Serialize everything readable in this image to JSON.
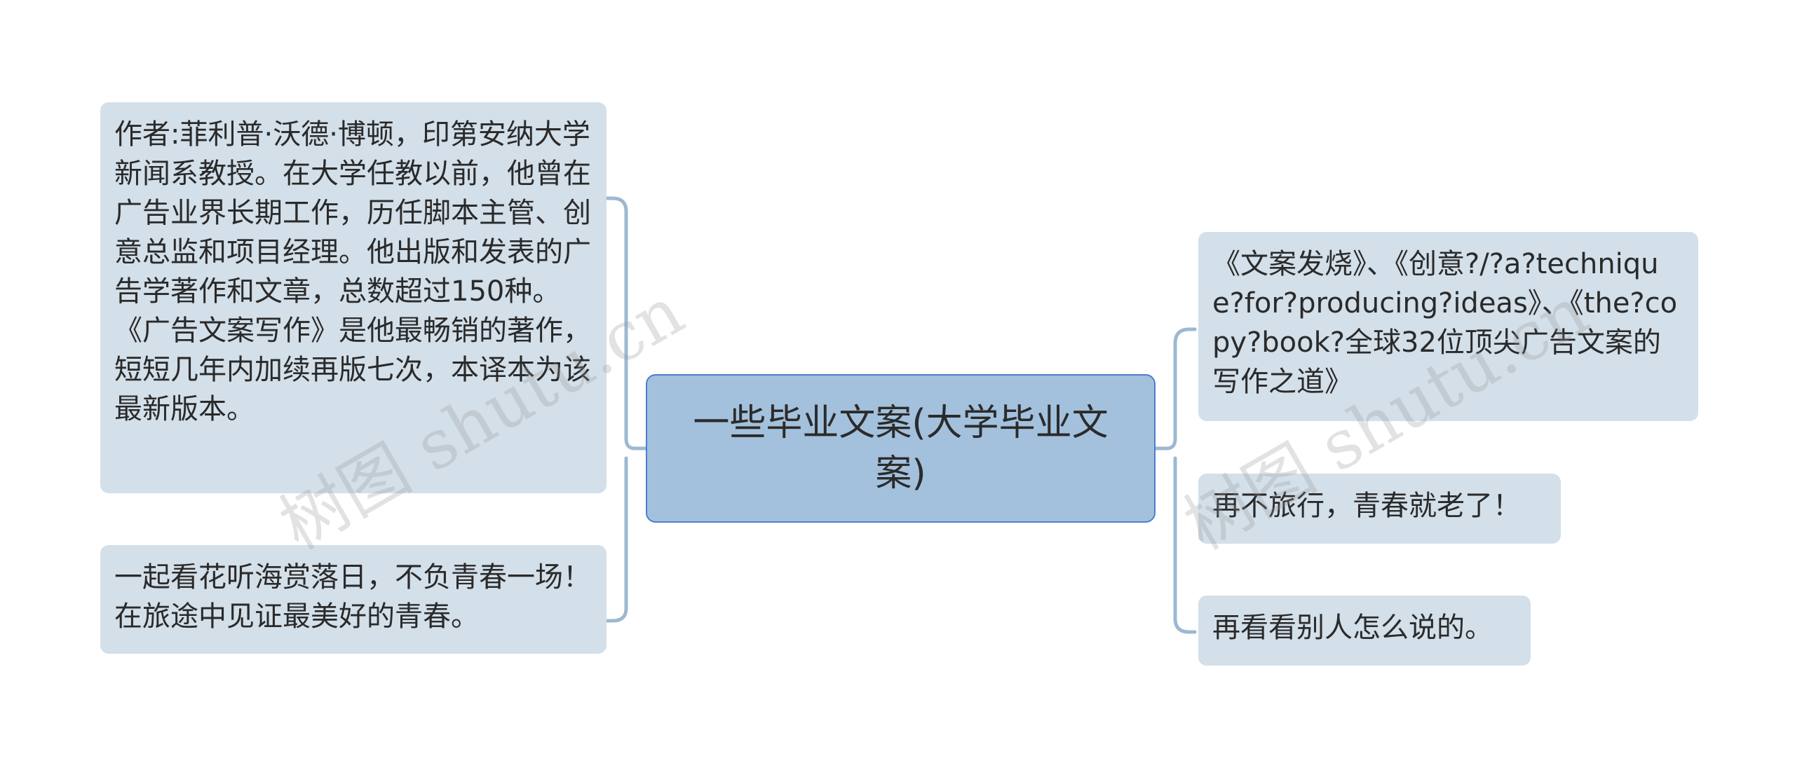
{
  "center": {
    "text": "一些毕业文案(大学毕业文案)"
  },
  "left_nodes": [
    {
      "text": "作者:菲利普·沃德·博顿，印第安纳大学新闻系教授。在大学任教以前，他曾在广告业界长期工作，历任脚本主管、创意总监和项目经理。他出版和发表的广告学著作和文章，总数超过150种。《广告文案写作》是他最畅销的著作，短短几年内加续再版七次，本译本为该最新版本。"
    },
    {
      "text": "一起看花听海赏落日，不负青春一场！在旅途中见证最美好的青春。"
    }
  ],
  "right_nodes": [
    {
      "text": "《文案发烧》、《创意?/?a?technique?for?producing?ideas》、《the?copy?book?全球32位顶尖广告文案的写作之道》"
    },
    {
      "text": "再不旅行，青春就老了！"
    },
    {
      "text": "再看看别人怎么说的。"
    }
  ],
  "watermarks": [
    {
      "text": "树图 shutu.cn"
    },
    {
      "text": "树图 shutu.cn"
    }
  ],
  "colors": {
    "center_fill": "#a3c1dc",
    "center_border": "#4c7ecb",
    "node_fill": "#d3dfe9",
    "connector": "#9db8d2"
  }
}
